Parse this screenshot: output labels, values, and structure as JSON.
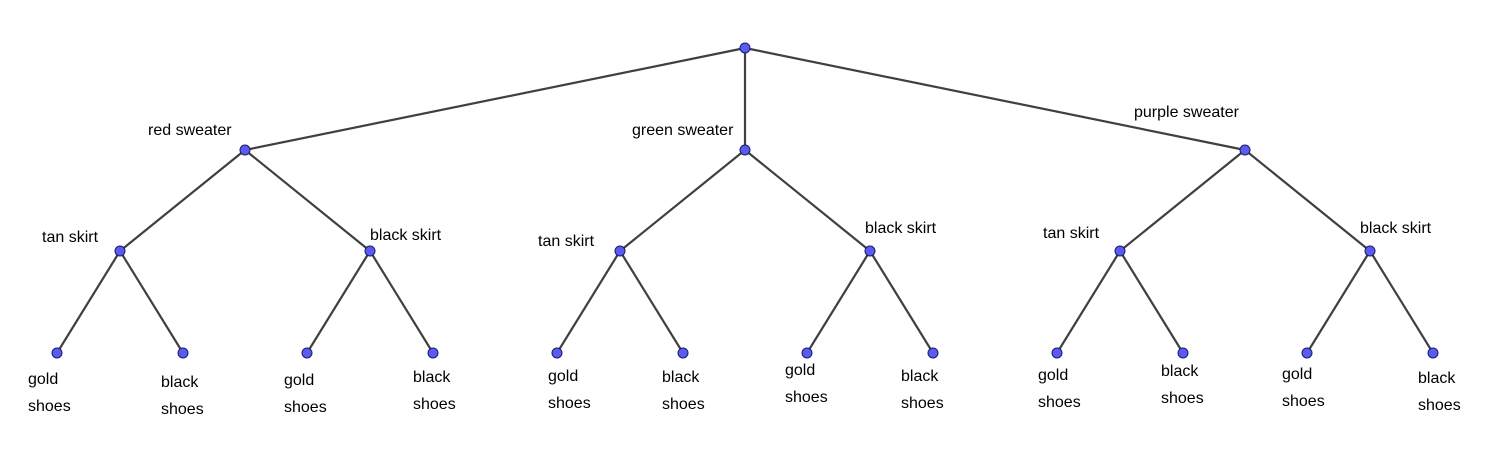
{
  "tree": {
    "sweaters": [
      {
        "label": "red sweater",
        "skirts": [
          {
            "label": "tan skirt",
            "shoes": [
              [
                "gold",
                "shoes"
              ],
              [
                "black",
                "shoes"
              ]
            ]
          },
          {
            "label": "black skirt",
            "shoes": [
              [
                "gold",
                "shoes"
              ],
              [
                "black",
                "shoes"
              ]
            ]
          }
        ]
      },
      {
        "label": "green sweater",
        "skirts": [
          {
            "label": "tan skirt",
            "shoes": [
              [
                "gold",
                "shoes"
              ],
              [
                "black",
                "shoes"
              ]
            ]
          },
          {
            "label": "black skirt",
            "shoes": [
              [
                "gold",
                "shoes"
              ],
              [
                "black",
                "shoes"
              ]
            ]
          }
        ]
      },
      {
        "label": "purple sweater",
        "skirts": [
          {
            "label": "tan skirt",
            "shoes": [
              [
                "gold",
                "shoes"
              ],
              [
                "black",
                "shoes"
              ]
            ]
          },
          {
            "label": "black skirt",
            "shoes": [
              [
                "gold",
                "shoes"
              ],
              [
                "black",
                "shoes"
              ]
            ]
          }
        ]
      }
    ]
  }
}
